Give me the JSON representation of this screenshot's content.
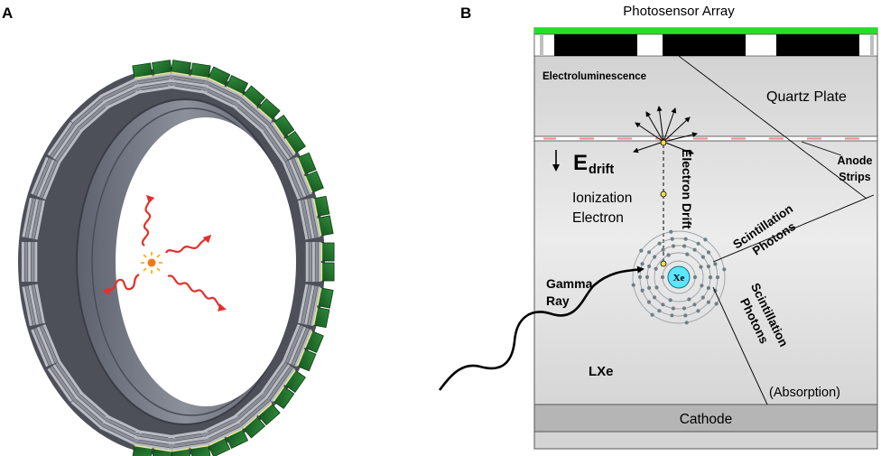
{
  "panel_a": {
    "label": "A"
  },
  "panel_b": {
    "label": "B",
    "photosensor_array": "Photosensor Array",
    "electroluminescence": "Electroluminescence",
    "quartz_plate": "Quartz Plate",
    "anode_strips_line1": "Anode",
    "anode_strips_line2": "Strips",
    "e_drift_main": "E",
    "e_drift_sub": "drift",
    "electron_drift": "Electron Drift",
    "ionization_line1": "Ionization",
    "ionization_line2": "Electron",
    "scint_top_line1": "Scintillation",
    "scint_top_line2": "Photons",
    "scint_bot_line1": "Scintillation",
    "scint_bot_line2": "Photons",
    "gamma_line1": "Gamma",
    "gamma_line2": "Ray",
    "xe": "Xe",
    "lxe": "LXe",
    "absorption": "(Absorption)",
    "cathode": "Cathode"
  },
  "colors": {
    "module_green": "#1f6f2b",
    "photosensor_green": "#22e02a",
    "ring_grey": "#6f7380",
    "photon_red": "#e3312b",
    "xe_core": "#5ce6ff",
    "electron_yellow": "#f3e04a"
  }
}
